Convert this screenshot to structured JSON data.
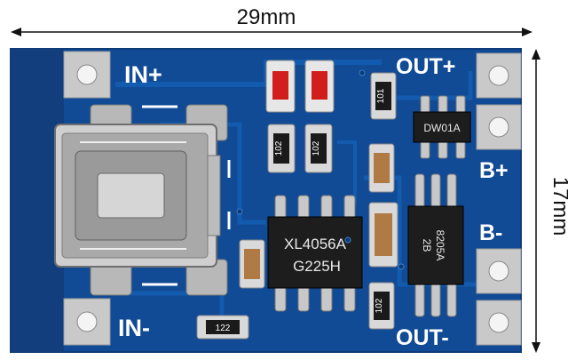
{
  "dimensions": {
    "width_label": "29mm",
    "height_label": "17mm"
  },
  "labels": {
    "in_plus": "IN+",
    "in_minus": "IN-",
    "out_plus": "OUT+",
    "out_minus": "OUT-",
    "b_plus": "B+",
    "b_minus": "B-"
  },
  "chips": {
    "main_ic_line1": "XL4056A",
    "main_ic_line2": "G225H",
    "protect_ic": "DW01A",
    "mosfet_line1": "8205A",
    "mosfet_line2": "2B"
  },
  "resistors": {
    "r1": "102",
    "r2": "102",
    "r3": "101",
    "r4": "102",
    "r5": "122"
  },
  "colors": {
    "pcb": "#114a95",
    "pcb_trace": "#0f5fb3",
    "pad": "#c9c9c9",
    "chip": "#1d1d1d",
    "led": "#d21d1d",
    "cap": "#b07a45"
  }
}
